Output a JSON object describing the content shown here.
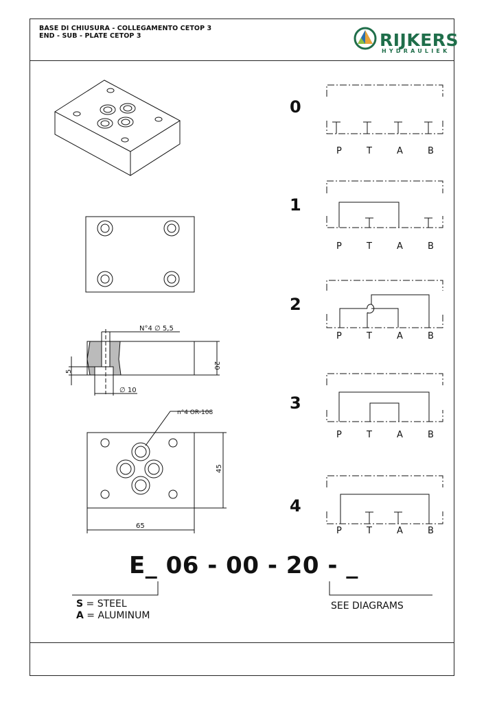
{
  "header": {
    "title_line1": "BASE DI CHIUSURA - COLLEGAMENTO CETOP 3",
    "title_line2": "END - SUB - PLATE CETOP 3",
    "brand_name": "RIJKERS",
    "brand_sub": "HYDRAULIEK",
    "brand_colors": {
      "green": "#1f6e4a",
      "blue": "#2a6fb0",
      "orange": "#e8a33a",
      "lightgreen": "#8fbf3f"
    }
  },
  "drawing": {
    "hole_callout": "N°4  ∅ 5,5",
    "height_dim": "20",
    "depth_dim": "5",
    "bore_dim": "∅ 10",
    "oring_callout": "n°4 OR-108",
    "width_dim": "65",
    "length_dim": "45"
  },
  "diagrams": [
    {
      "number": "0",
      "ports": [
        "P",
        "T",
        "A",
        "B"
      ]
    },
    {
      "number": "1",
      "ports": [
        "P",
        "T",
        "A",
        "B"
      ]
    },
    {
      "number": "2",
      "ports": [
        "P",
        "T",
        "A",
        "B"
      ]
    },
    {
      "number": "3",
      "ports": [
        "P",
        "T",
        "A",
        "B"
      ]
    },
    {
      "number": "4",
      "ports": [
        "P",
        "T",
        "A",
        "B"
      ]
    }
  ],
  "order_code": {
    "code": "E_ 06 - 00 - 20 - _",
    "materials": [
      {
        "key": "S",
        "text": " = STEEL"
      },
      {
        "key": "A",
        "text": " = ALUMINUM"
      }
    ],
    "see_diagrams": "SEE DIAGRAMS"
  }
}
